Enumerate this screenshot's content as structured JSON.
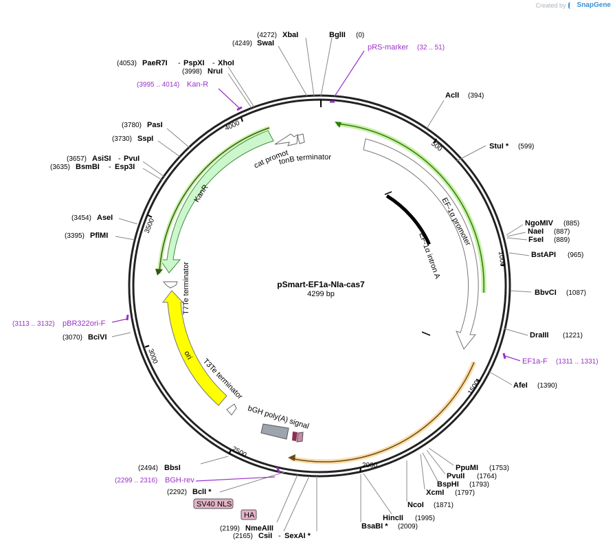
{
  "credit": {
    "prefix": "Created by",
    "brand": "SnapGene"
  },
  "plasmid": {
    "name": "pSmart-EF1a-NIa-cas7",
    "length": "4299 bp"
  },
  "enzymes": [
    {
      "pos": "(0)",
      "name": "BglII"
    },
    {
      "pos": "(4272)",
      "name": "XbaI"
    },
    {
      "pos": "(4249)",
      "name": "SwaI"
    },
    {
      "pos": "(4053)",
      "name": "PaeR7I"
    },
    {
      "name": "PspXI"
    },
    {
      "name": "XhoI"
    },
    {
      "pos": "(3998)",
      "name": "NruI"
    },
    {
      "pos": "(3780)",
      "name": "PasI"
    },
    {
      "pos": "(3730)",
      "name": "SspI"
    },
    {
      "pos": "(3657)",
      "name": "AsiSI"
    },
    {
      "name": "PvuI"
    },
    {
      "pos": "(3635)",
      "name": "BsmBI"
    },
    {
      "name": "Esp3I"
    },
    {
      "pos": "(3454)",
      "name": "AseI"
    },
    {
      "pos": "(3395)",
      "name": "PflMI"
    },
    {
      "pos": "(3070)",
      "name": "BciVI"
    },
    {
      "pos": "(2494)",
      "name": "BbsI"
    },
    {
      "pos": "(2292)",
      "name": "BclI *"
    },
    {
      "pos": "(2199)",
      "name": "NmeAIII"
    },
    {
      "pos": "(2165)",
      "name": "CsiI"
    },
    {
      "name": "SexAI *"
    },
    {
      "pos": "(394)",
      "name": "AclI"
    },
    {
      "pos": "(599)",
      "name": "StuI *"
    },
    {
      "pos": "(885)",
      "name": "NgoMIV"
    },
    {
      "pos": "(887)",
      "name": "NaeI"
    },
    {
      "pos": "(889)",
      "name": "FseI"
    },
    {
      "pos": "(965)",
      "name": "BstAPI"
    },
    {
      "pos": "(1087)",
      "name": "BbvCI"
    },
    {
      "pos": "(1221)",
      "name": "DraIII"
    },
    {
      "pos": "(1390)",
      "name": "AfeI"
    },
    {
      "pos": "(1753)",
      "name": "PpuMI"
    },
    {
      "pos": "(1764)",
      "name": "PvuII"
    },
    {
      "pos": "(1793)",
      "name": "BspHI"
    },
    {
      "pos": "(1797)",
      "name": "XcmI"
    },
    {
      "pos": "(1871)",
      "name": "NcoI"
    },
    {
      "pos": "(1995)",
      "name": "HincII"
    },
    {
      "pos": "(2009)",
      "name": "BsaBI *"
    }
  ],
  "primers": [
    {
      "name": "pRS-marker",
      "range": "(32 .. 51)"
    },
    {
      "name": "Kan-R",
      "range": "(3995 .. 4014)"
    },
    {
      "name": "pBR322ori-F",
      "range": "(3113 .. 3132)"
    },
    {
      "name": "EF1a-F",
      "range": "(1311 .. 1331)"
    },
    {
      "name": "BGH-rev",
      "range": "(2299 .. 2316)"
    }
  ],
  "features": {
    "cat_promoter": "cat promoter",
    "tonB": "tonB terminator",
    "kanR": "KanR",
    "t7te": "T7Te terminator",
    "ori": "ori",
    "t3te": "T3Te terminator",
    "bgh": "bGH poly(A) signal",
    "ef1a_promoter": "EF-1α promoter",
    "ef1a_intron": "EF-1α intron A",
    "sv40": "SV40 NLS",
    "ha": "HA"
  },
  "ticks": [
    "500",
    "1000",
    "1500",
    "2000",
    "2500",
    "3000",
    "3500",
    "4000"
  ],
  "colors": {
    "enzyme_line": "#888888",
    "primer": "#9a2fc9",
    "kanr": "#ccf7cc",
    "ori": "#ffff00",
    "ef1a_arc": "#9ae35b",
    "cds_arc": "#f4c27a",
    "bgh": "#9ea4ad",
    "tag": "#e2b3c6"
  }
}
